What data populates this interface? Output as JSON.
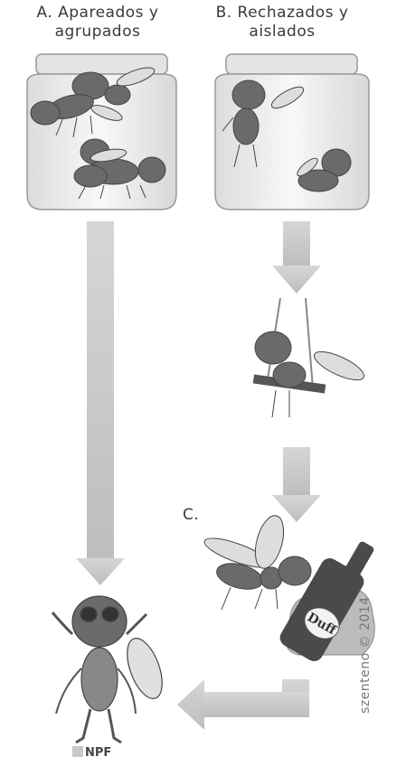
{
  "labels": {
    "a_line1": "A.  Apareados y",
    "a_line2": "agrupados",
    "b_line1": "B.  Rechazados y",
    "b_line2": "aislados",
    "c": "C."
  },
  "credit": "szenteno © 2014",
  "legend": "NPF",
  "bottle_text": "Duff",
  "colors": {
    "arrow": "#c9c9c9",
    "fly": "#555555",
    "jar": "#eeeeee",
    "ink": "#3a3a3a"
  }
}
